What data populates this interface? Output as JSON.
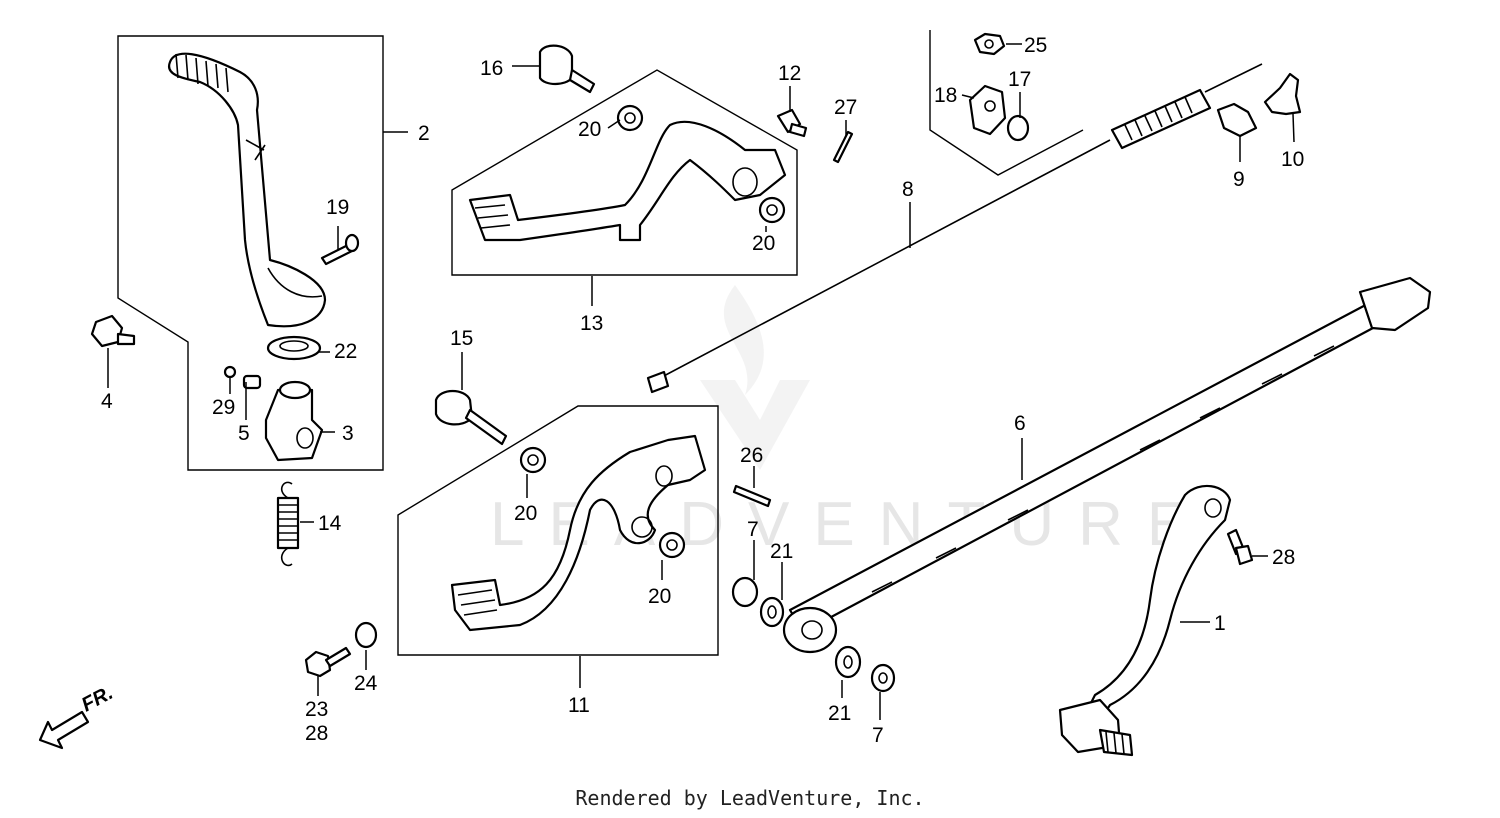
{
  "watermark": "LEADVENTURE",
  "direction_label": "FR.",
  "footer": "Rendered by LeadVenture, Inc.",
  "callouts": {
    "c1": "1",
    "c2": "2",
    "c3": "3",
    "c4": "4",
    "c5": "5",
    "c6": "6",
    "c7a": "7",
    "c7b": "7",
    "c8": "8",
    "c9": "9",
    "c10": "10",
    "c11": "11",
    "c12": "12",
    "c13": "13",
    "c14": "14",
    "c15": "15",
    "c16": "16",
    "c17": "17",
    "c18": "18",
    "c19": "19",
    "c20a": "20",
    "c20b": "20",
    "c20c": "20",
    "c20d": "20",
    "c21a": "21",
    "c21b": "21",
    "c22": "22",
    "c23": "23",
    "c24": "24",
    "c25": "25",
    "c26": "26",
    "c27": "27",
    "c28a": "28",
    "c28b": "28",
    "c29": "29"
  }
}
